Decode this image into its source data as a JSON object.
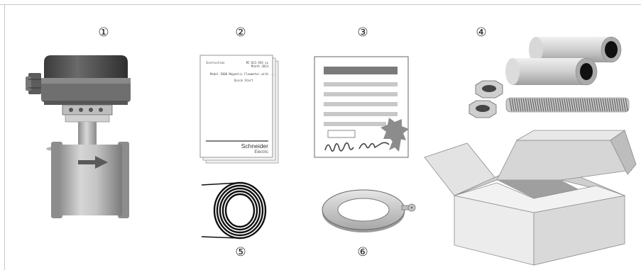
{
  "labels": {
    "item1": "①",
    "item2": "②",
    "item3": "③",
    "item4": "④",
    "item5": "⑤",
    "item6": "⑥"
  },
  "manual": {
    "title_left": "Instruction",
    "title_right": "MI 021-XXX xx",
    "date": "Month 2014",
    "subtitle": "Model 9300 Magnetic Flowmeter with ...",
    "subtitle2": "Quick Start",
    "brand": "Schneider",
    "brand_sub": "Electric"
  },
  "colors": {
    "border": "#c8c8c8",
    "dark_gray": "#555555",
    "mid_gray": "#9a9a9a",
    "light_gray": "#d4d4d4",
    "box_face": "#e0e0e0"
  }
}
